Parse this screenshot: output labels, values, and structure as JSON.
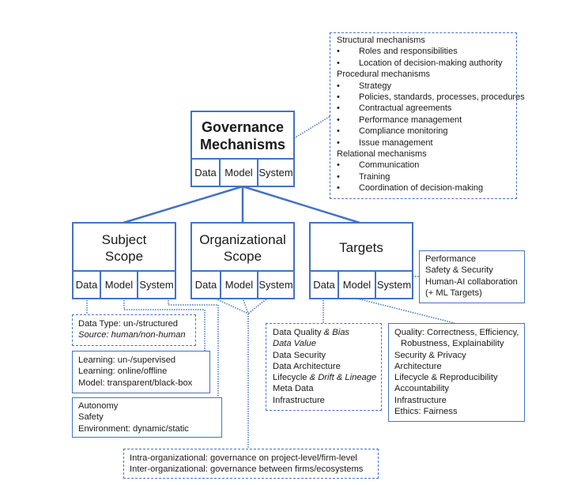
{
  "governance": {
    "title_line1": "Governance",
    "title_line2": "Mechanisms",
    "cells": [
      "Data",
      "Model",
      "System"
    ]
  },
  "mechanisms_note": {
    "groups": [
      {
        "heading": "Structural mechanisms",
        "items": [
          "Roles and responsibilities",
          "Location of decision-making authority"
        ]
      },
      {
        "heading": "Procedural mechanisms",
        "items": [
          "Strategy",
          "Policies, standards, processes, procedures",
          "Contractual agreements",
          "Performance management",
          "Compliance monitoring",
          "Issue management"
        ]
      },
      {
        "heading": "Relational mechanisms",
        "items": [
          "Communication",
          "Training",
          "Coordination of decision-making"
        ]
      }
    ],
    "bullet": "•"
  },
  "subject_scope": {
    "title_line1": "Subject",
    "title_line2": "Scope",
    "cells": [
      "Data",
      "Model",
      "System"
    ]
  },
  "organizational_scope": {
    "title_line1": "Organizational",
    "title_line2": "Scope",
    "cells": [
      "Data",
      "Model",
      "System"
    ]
  },
  "targets": {
    "title": "Targets",
    "cells": [
      "Data",
      "Model",
      "System"
    ]
  },
  "targets_system_note": {
    "lines": [
      "Performance",
      "Safety & Security",
      "Human-AI collaboration",
      "(+ ML Targets)"
    ]
  },
  "subject_data_note": {
    "line1": "Data Type: un-/structured",
    "line2": "Source: human/non-human"
  },
  "subject_model_note": {
    "lines": [
      "Learning: un-/supervised",
      "Learning: online/offline",
      "Model: transparent/black-box"
    ]
  },
  "subject_system_note": {
    "lines": [
      "Autonomy",
      "Safety",
      "Environment: dynamic/static"
    ]
  },
  "targets_data_note": {
    "l1a": "Data Quality ",
    "l1b": "& Bias",
    "l2": "Data Value",
    "l3": "Data Security",
    "l4": "Data Architecture",
    "l5a": "Lifecycle ",
    "l5b": "& Drift & Lineage",
    "l6": "Meta Data",
    "l7": "Infrastructure"
  },
  "targets_model_note": {
    "lines": [
      "Quality: Correctness, Efficiency,",
      "Robustness, Explainability",
      "Security & Privacy",
      "Architecture",
      "Lifecycle & Reproducibility",
      "Accountability",
      "Infrastructure",
      "Ethics: Fairness"
    ]
  },
  "org_note": {
    "lines": [
      "Intra-organizational: governance on project-level/firm-level",
      "Inter-organizational: governance between firms/ecosystems"
    ]
  },
  "colors": {
    "accent": "#4472c4",
    "text": "#1a1a1a"
  }
}
